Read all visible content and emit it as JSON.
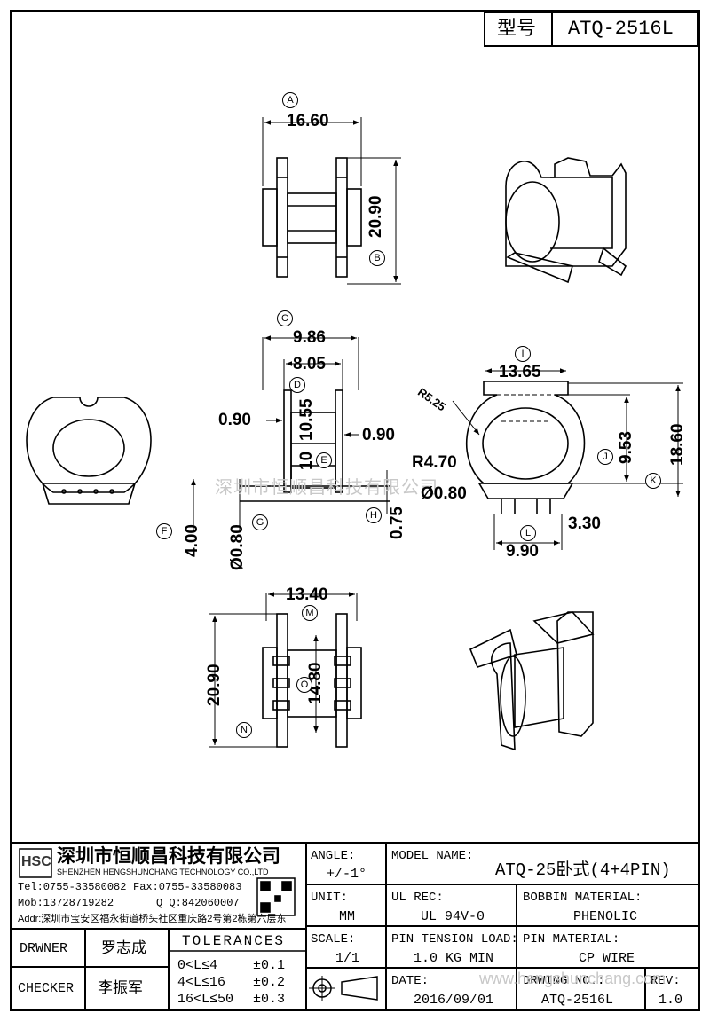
{
  "header": {
    "type_label": "型号",
    "model_code": "ATQ-2516L"
  },
  "views": {
    "top": {
      "width": "16.60",
      "height": "20.90",
      "label_width": "A",
      "label_height": "B"
    },
    "front": {
      "outer": "9.86",
      "inner": "8.05",
      "flange_left": "0.90",
      "flange_right": "0.90",
      "core_a": "10.55",
      "core_b": "10",
      "height_to_pin": "4.00",
      "pin_dia": "Ø0.80",
      "base": "0.75",
      "labels": [
        "C",
        "D",
        "E",
        "F",
        "G",
        "H"
      ]
    },
    "side": {
      "width": "13.65",
      "radius_top": "R5.25",
      "radius_bottom": "R4.70",
      "pin_dia": "Ø0.80",
      "inner_height": "9.53",
      "outer_height": "18.60",
      "pitch": "3.30",
      "pin_span": "9.90",
      "labels": [
        "I",
        "J",
        "K",
        "L"
      ]
    },
    "bottom": {
      "width": "13.40",
      "height": "20.90",
      "inner": "14.80",
      "labels": [
        "M",
        "N",
        "O"
      ]
    }
  },
  "watermark": {
    "center": "深圳市恒顺昌科技有限公司",
    "footer": "www.hengshunchang.com"
  },
  "company": {
    "logo_text": "HSC",
    "name_cn": "深圳市恒顺昌科技有限公司",
    "name_en": "SHENZHEN HENGSHUNCHANG TECHNOLOGY CO.,LTD",
    "tel": "Tel:0755-33580082",
    "fax": "Fax:0755-33580083",
    "mob": "Mob:13728719282",
    "qq": "Q  Q:842060007",
    "addr": "Addr:深圳市宝安区福永街道桥头社区重庆路2号第2栋第六层东"
  },
  "title_block": {
    "drawer_label": "DRWNER",
    "drawer": "罗志成",
    "checker_label": "CHECKER",
    "checker": "李振军",
    "tolerances_title": "TOLERANCES",
    "tolerances": [
      {
        "range": "0<L≤4",
        "value": "±0.1"
      },
      {
        "range": "4<L≤16",
        "value": "±0.2"
      },
      {
        "range": "16<L≤50",
        "value": "±0.3"
      }
    ],
    "angle_label": "ANGLE:",
    "angle": "+/-1°",
    "unit_label": "UNIT:",
    "unit": "MM",
    "scale_label": "SCALE:",
    "scale": "1/1",
    "model_name_label": "MODEL NAME:",
    "model_name": "ATQ-25卧式(4+4PIN)",
    "ul_label": "UL REC:",
    "ul": "UL 94V-0",
    "bobbin_label": "BOBBIN MATERIAL:",
    "bobbin": "PHENOLIC",
    "tension_label": "PIN TENSION LOAD:",
    "tension": "1.0 KG MIN",
    "pin_label": "PIN MATERIAL:",
    "pin": "CP WIRE",
    "date_label": "DATE:",
    "date": "2016/09/01",
    "drawing_label": "DRWING NO.:",
    "drawing": "ATQ-2516L",
    "rev_label": "REV:",
    "rev": "1.0"
  }
}
